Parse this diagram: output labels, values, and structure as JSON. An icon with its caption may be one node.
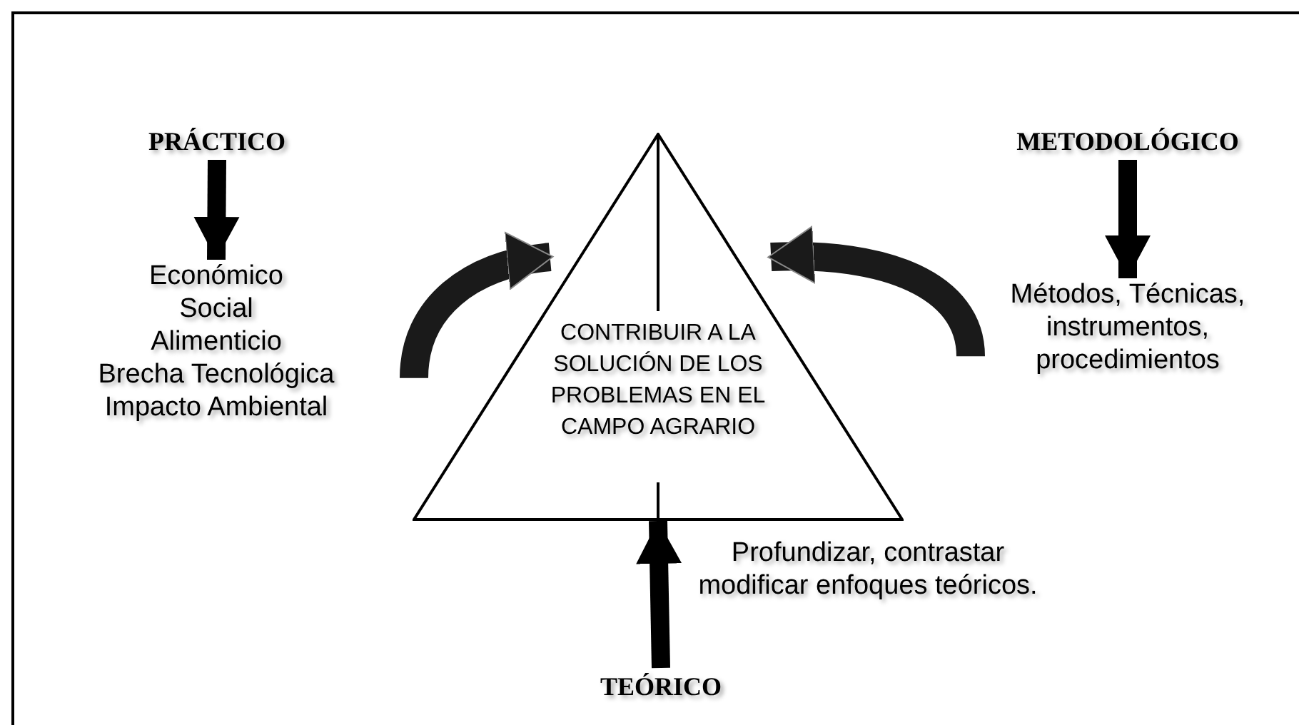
{
  "diagram": {
    "nodes": [
      {
        "text": [
          "PRÁCTICO"
        ]
      },
      {
        "text": [
          "Económico",
          "Social",
          "Alimenticio",
          "Brecha Tecnológica",
          "Impacto Ambiental"
        ]
      },
      {
        "text": [
          "CONTRIBUIR A LA SOLUCIÓN DE LOS PROBLEMAS EN EL CAMPO AGRARIO"
        ]
      },
      {
        "text": [
          "METODOLÓGICO"
        ]
      },
      {
        "text": [
          "Métodos, Técnicas, instrumentos, procedimientos"
        ]
      },
      {
        "text": [
          "Profundizar, contrastar modificar enfoques teóricos."
        ]
      },
      {
        "text": [
          "TEÓRICO"
        ]
      }
    ],
    "edges": [
      {
        "from": 0,
        "to": 1,
        "arrow": "to"
      },
      {
        "from": 1,
        "to": 2,
        "arrow": "to"
      },
      {
        "from": 3,
        "to": 4,
        "arrow": "to"
      },
      {
        "from": 4,
        "to": 2,
        "arrow": "to"
      },
      {
        "from": 6,
        "to": 2,
        "arrow": "to"
      }
    ]
  }
}
